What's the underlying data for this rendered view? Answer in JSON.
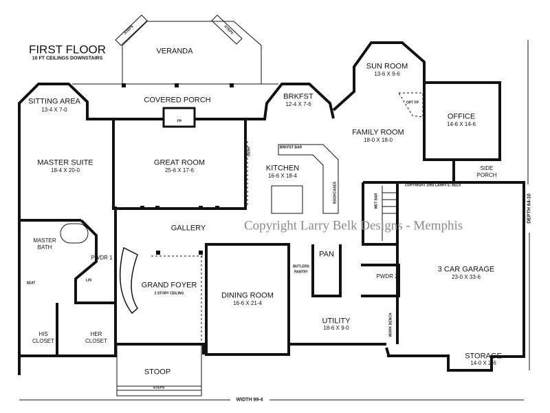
{
  "title": "FIRST FLOOR",
  "subtitle": "10 FT CEILINGS DOWNSTAIRS",
  "watermark": "Copyright Larry Belk Designs - Memphis",
  "copyright_note": "COPYRIGHT 1993 LARRY E. BELK",
  "width_label": "WIDTH 99-4",
  "depth_label": "DEPTH 64-10",
  "rooms": {
    "veranda": {
      "name": "VERANDA"
    },
    "covered_porch": {
      "name": "COVERED PORCH"
    },
    "sitting_area": {
      "name": "SITTING AREA",
      "size": "13-4 X 7-0"
    },
    "master_suite": {
      "name": "MASTER SUITE",
      "size": "18-4 X 20-0"
    },
    "great_room": {
      "name": "GREAT ROOM",
      "size": "25-6 X 17-6"
    },
    "brkfst": {
      "name": "BRKFST",
      "size": "12-4 X 7-6"
    },
    "sun_room": {
      "name": "SUN ROOM",
      "size": "13-6 X 9-6"
    },
    "family_room": {
      "name": "FAMILY ROOM",
      "size": "18-0 X 18-0"
    },
    "office": {
      "name": "OFFICE",
      "size": "14-6 X 14-6"
    },
    "kitchen": {
      "name": "KITCHEN",
      "size": "16-6 X 18-4"
    },
    "side_porch": {
      "name1": "SIDE",
      "name2": "PORCH"
    },
    "gallery": {
      "name": "GALLERY"
    },
    "master_bath": {
      "name1": "MASTER",
      "name2": "BATH"
    },
    "pwdr1": {
      "name": "PWDR 1"
    },
    "grand_foyer": {
      "name": "GRAND FOYER",
      "note": "2 STORY CEILING"
    },
    "dining_room": {
      "name": "DINING ROOM",
      "size": "16-6 X 21-4"
    },
    "butlers_pantry": {
      "name1": "BUTLERS",
      "name2": "PANTRY"
    },
    "pan": {
      "name": "PAN"
    },
    "pwdr2": {
      "name": "PWDR 2"
    },
    "garage": {
      "name": "3 CAR GARAGE",
      "size": "23-0 X 33-6"
    },
    "utility": {
      "name": "UTILITY",
      "size": "18-6 X 9-0"
    },
    "his_closet": {
      "name1": "HIS",
      "name2": "CLOSET"
    },
    "her_closet": {
      "name1": "HER",
      "name2": "CLOSET"
    },
    "stoop": {
      "name": "STOOP"
    },
    "storage": {
      "name": "STORAGE",
      "size": "14-0 X 2-6"
    }
  },
  "fixtures": {
    "steps": "STEPS",
    "fp": "FP",
    "opt_fp": "OPT FP",
    "desk": "DESK",
    "brkfst_bar": "BRKFST BAR",
    "bookcases": "BOOKCASES",
    "wet_bar": "WET BAR",
    "work_bench": "WORK BENCH",
    "seat": "SEAT",
    "lin": "LIN"
  }
}
